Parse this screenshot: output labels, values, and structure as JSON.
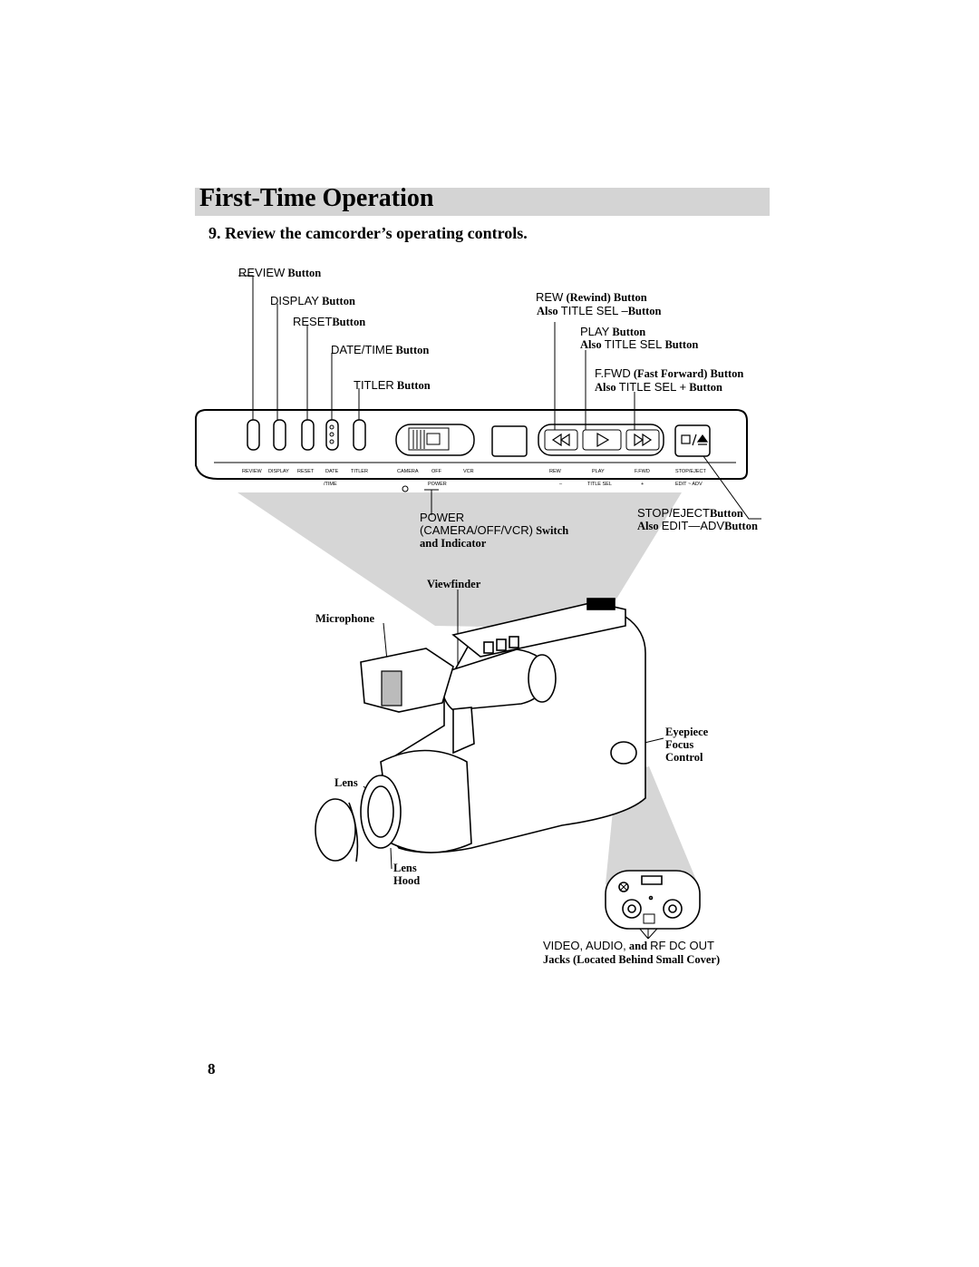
{
  "header": {
    "section_title": "First-Time Operation",
    "step_text": "9.  Review the camcorder’s operating controls."
  },
  "callouts": {
    "review": {
      "name": "REVIEW",
      "suffix": "Button"
    },
    "display": {
      "name": "DISPLAY",
      "suffix": "Button"
    },
    "reset": {
      "name": "RESET",
      "suffix": "Button"
    },
    "date_time": {
      "name": "DATE/TIME",
      "suffix": "Button"
    },
    "titler": {
      "name": "TITLER",
      "suffix": "Button"
    },
    "rew_line1": {
      "name": "REW",
      "suffix": "(Rewind) Button"
    },
    "rew_line2": {
      "pre": "Also",
      "name": "TITLE SEL –",
      "suffix": "Button"
    },
    "play_line1": {
      "name": "PLAY",
      "suffix": "Button"
    },
    "play_line2": {
      "pre": "Also",
      "name": "TITLE SEL",
      "suffix": "Button"
    },
    "ffwd_line1": {
      "name": "F.FWD",
      "suffix": "(Fast Forward) Button"
    },
    "ffwd_line2": {
      "pre": "Also",
      "name": "TITLE SEL +",
      "suffix": "Button"
    },
    "power_line1": {
      "name": "POWER"
    },
    "power_line2": {
      "name": "(CAMERA/OFF/VCR)",
      "suffix": "Switch"
    },
    "power_line3": {
      "suffix": "and Indicator"
    },
    "stop_line1": {
      "name": "STOP/EJECT",
      "suffix": "Button"
    },
    "stop_line2": {
      "pre": "Also",
      "name": "EDIT—ADV",
      "suffix": "Button"
    },
    "viewfinder": "Viewfinder",
    "microphone": "Microphone",
    "eyepiece_1": "Eyepiece",
    "eyepiece_2": "Focus",
    "eyepiece_3": "Control",
    "lens": "Lens",
    "lens_hood_1": "Lens",
    "lens_hood_2": "Hood",
    "jacks_line1": {
      "name": "VIDEO, AUDIO,",
      "mid": "and",
      "name2": "RF DC OUT"
    },
    "jacks_line2": "Jacks (Located Behind Small Cover)"
  },
  "panel_labels": {
    "review": "REVIEW",
    "display": "DISPLAY",
    "reset": "RESET",
    "date": "DATE",
    "time": "/TIME",
    "titler": "TITLER",
    "camera": "CAMERA",
    "off": "OFF",
    "vcr": "VCR",
    "power": "POWER",
    "rew": "REW",
    "play": "PLAY",
    "ffwd": "F.FWD",
    "stop_eject": "STOP/EJECT",
    "minus": "–",
    "title_sel": "TITLE SEL",
    "plus": "+",
    "edit_adv": "EDIT ~ ADV"
  },
  "page_number": "8",
  "colors": {
    "section_bar": "#d4d4d4",
    "wedge": "#d6d6d6",
    "ink": "#000000"
  }
}
